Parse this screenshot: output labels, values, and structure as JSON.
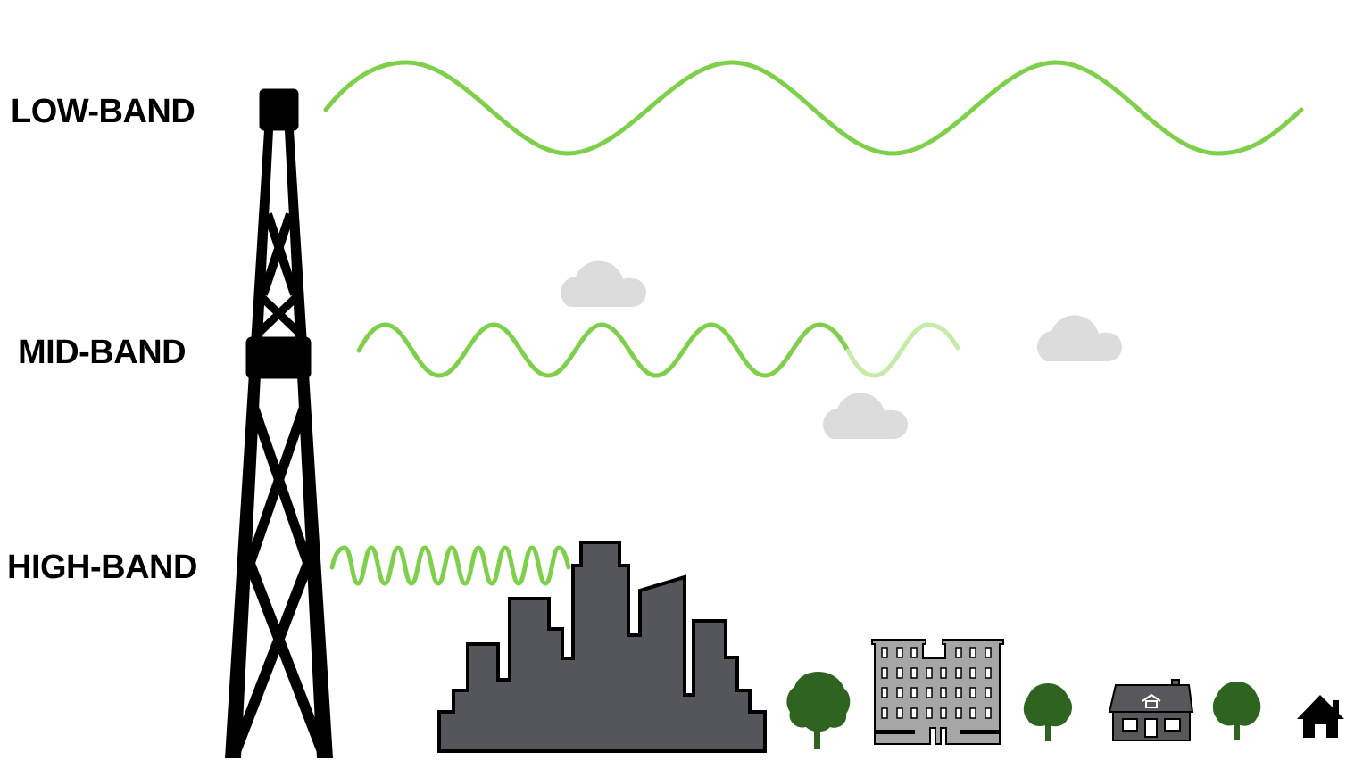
{
  "diagram": {
    "type": "spectrum-bands-illustration",
    "labels": {
      "low_band": "LOW-BAND",
      "mid_band": "MID-BAND",
      "high_band": "HIGH-BAND"
    },
    "colors": {
      "wave": "#7ed04b",
      "wave_faded": "#c5eaaa",
      "tower": "#000000",
      "cloud": "#dcdcdc",
      "city": "#55565b",
      "apartment": "#a6a6a6",
      "house": "#58585a",
      "tree": "#2f6320",
      "small_home": "#000000"
    },
    "bands": [
      {
        "name": "low-band",
        "description": "long wavelength, wide reach"
      },
      {
        "name": "mid-band",
        "description": "medium wavelength, partly blocked by clouds"
      },
      {
        "name": "high-band",
        "description": "short wavelength, blocked by city buildings"
      }
    ],
    "scene_objects": [
      "cell-tower",
      "cloud",
      "cloud",
      "cloud",
      "city-skyline",
      "tree",
      "apartment-building",
      "tree",
      "house",
      "tree",
      "home-icon"
    ]
  }
}
